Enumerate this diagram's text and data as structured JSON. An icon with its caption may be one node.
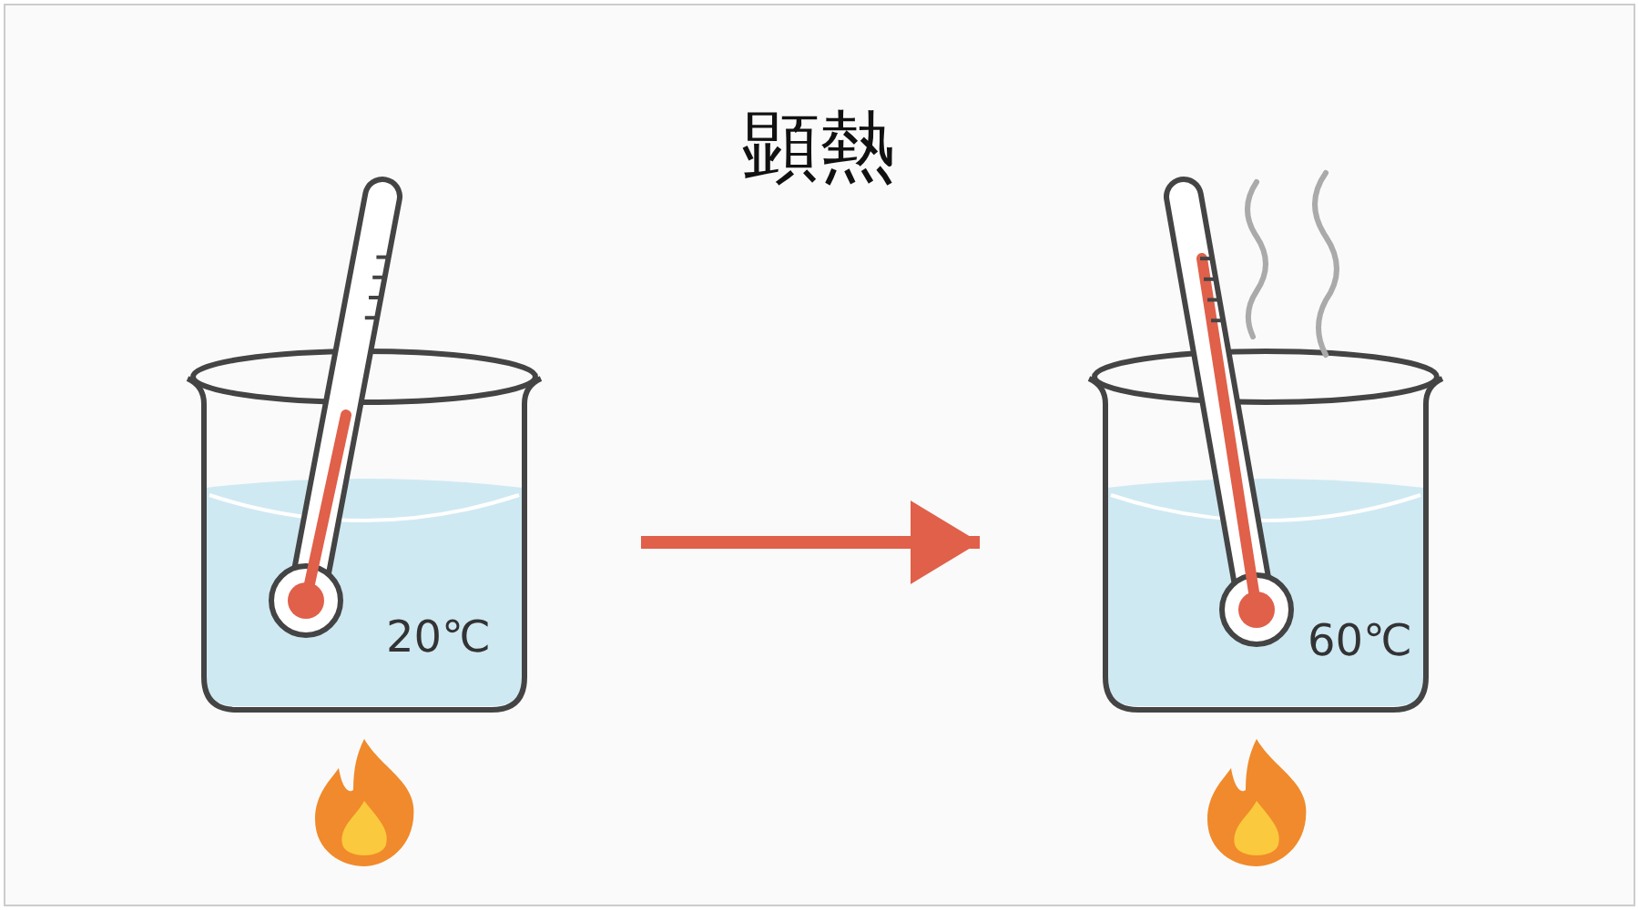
{
  "diagram": {
    "title": "顕熱",
    "nodes": [
      {
        "text": [
          "20℃"
        ]
      },
      {
        "text": [
          "60℃"
        ]
      }
    ],
    "edges": [
      {
        "from": 0,
        "to": 1,
        "arrow": "to"
      }
    ]
  }
}
